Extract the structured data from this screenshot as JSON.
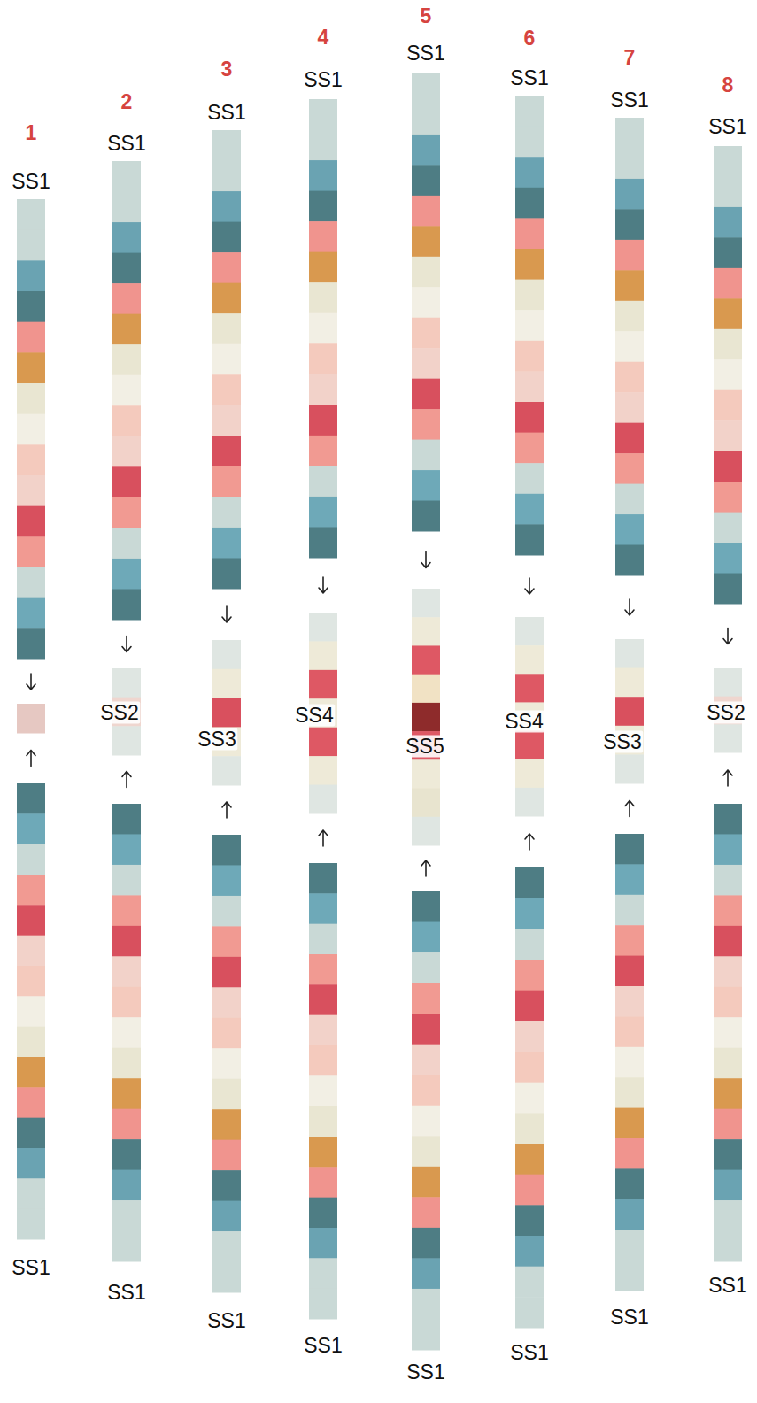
{
  "diagram": {
    "labels": [
      "1",
      "SS1",
      "SS1",
      "2",
      "SS1",
      "SS2",
      "SS1",
      "3",
      "SS1",
      "SS3",
      "SS1",
      "4",
      "SS1",
      "SS4",
      "SS1",
      "5",
      "SS1",
      "SS5",
      "SS1",
      "6",
      "SS1",
      "SS4",
      "SS1",
      "7",
      "SS1",
      "SS3",
      "SS1",
      "8",
      "SS1",
      "SS2",
      "SS1"
    ]
  }
}
